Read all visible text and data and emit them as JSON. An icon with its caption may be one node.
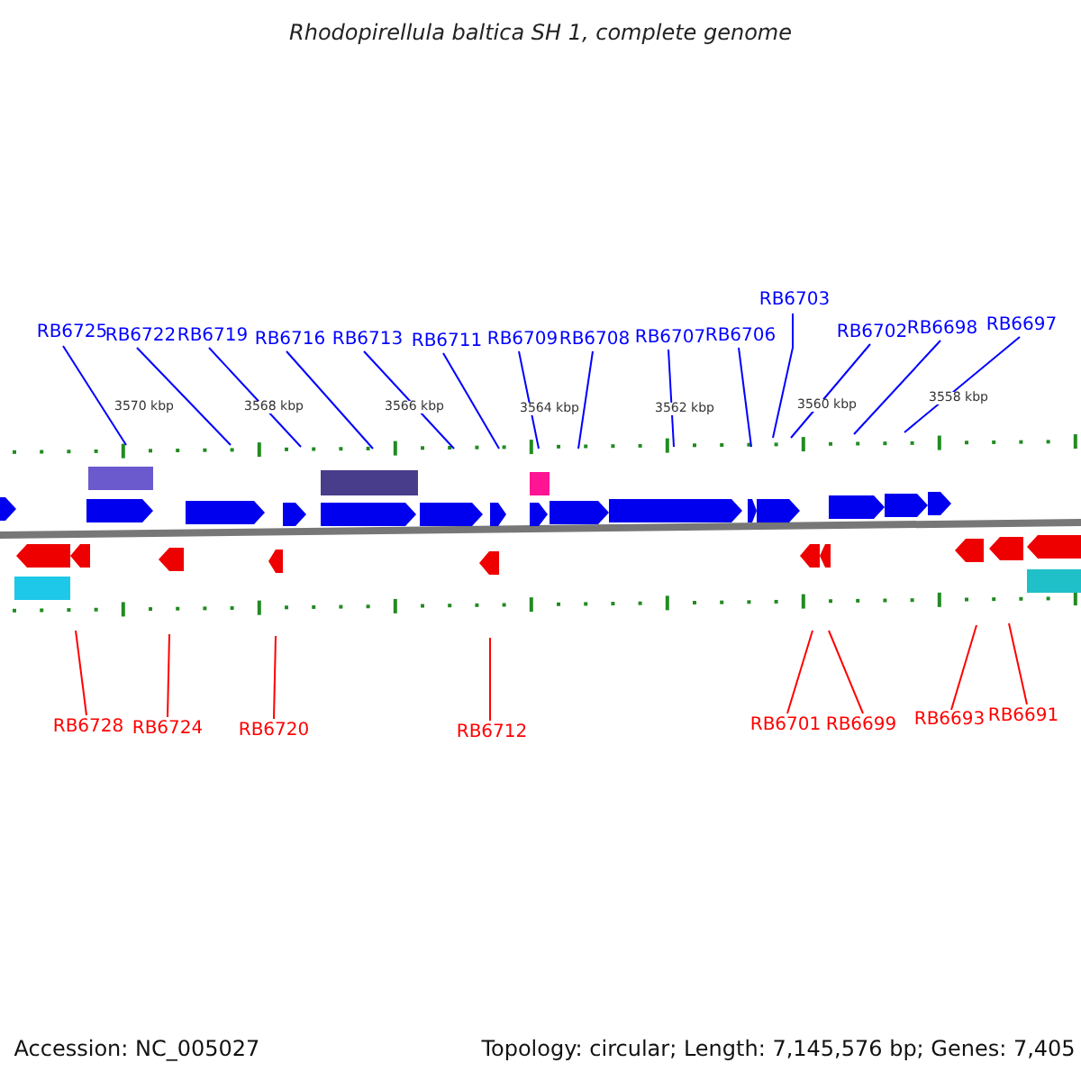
{
  "diagram": {
    "title": "Rhodopirellula baltica SH 1, complete genome",
    "nodes": [
      {
        "text": [
          "RB6725"
        ]
      },
      {
        "text": [
          "RB6722"
        ]
      },
      {
        "text": [
          "RB6719"
        ]
      },
      {
        "text": [
          "RB6716"
        ]
      },
      {
        "text": [
          "RB6713"
        ]
      },
      {
        "text": [
          "RB6711"
        ]
      },
      {
        "text": [
          "RB6709"
        ]
      },
      {
        "text": [
          "RB6708"
        ]
      },
      {
        "text": [
          "RB6707"
        ]
      },
      {
        "text": [
          "RB6706"
        ]
      },
      {
        "text": [
          "RB6703"
        ]
      },
      {
        "text": [
          "RB6702"
        ]
      },
      {
        "text": [
          "RB6698"
        ]
      },
      {
        "text": [
          "RB6697"
        ]
      },
      {
        "text": [
          "RB6728"
        ]
      },
      {
        "text": [
          "RB6724"
        ]
      },
      {
        "text": [
          "RB6720"
        ]
      },
      {
        "text": [
          "RB6712"
        ]
      },
      {
        "text": [
          "RB6701"
        ]
      },
      {
        "text": [
          "RB6699"
        ]
      },
      {
        "text": [
          "RB6693"
        ]
      },
      {
        "text": [
          "RB6691"
        ]
      }
    ],
    "edges": [
      {
        "from": 0,
        "to": null,
        "arrow": "none"
      },
      {
        "from": 1,
        "to": null,
        "arrow": "none"
      },
      {
        "from": 2,
        "to": null,
        "arrow": "none"
      },
      {
        "from": 3,
        "to": null,
        "arrow": "none"
      },
      {
        "from": 4,
        "to": null,
        "arrow": "none"
      },
      {
        "from": 5,
        "to": null,
        "arrow": "none"
      },
      {
        "from": 6,
        "to": null,
        "arrow": "none"
      },
      {
        "from": 7,
        "to": null,
        "arrow": "none"
      },
      {
        "from": 8,
        "to": null,
        "arrow": "none"
      },
      {
        "from": 9,
        "to": null,
        "arrow": "none"
      },
      {
        "from": 10,
        "to": null,
        "arrow": "none"
      },
      {
        "from": 11,
        "to": null,
        "arrow": "none"
      },
      {
        "from": 12,
        "to": null,
        "arrow": "none"
      },
      {
        "from": 13,
        "to": null,
        "arrow": "none"
      },
      {
        "from": 14,
        "to": null,
        "arrow": "none",
        "color": "#ff0000"
      },
      {
        "from": 15,
        "to": null,
        "arrow": "none",
        "color": "#ff0000"
      },
      {
        "from": 16,
        "to": null,
        "arrow": "none",
        "color": "#ff0000"
      },
      {
        "from": 17,
        "to": null,
        "arrow": "none",
        "color": "#ff0000"
      },
      {
        "from": 18,
        "to": null,
        "arrow": "none",
        "color": "#ff0000"
      },
      {
        "from": 19,
        "to": null,
        "arrow": "none",
        "color": "#ff0000"
      },
      {
        "from": 20,
        "to": null,
        "arrow": "none",
        "color": "#ff0000"
      },
      {
        "from": 21,
        "to": null,
        "arrow": "none",
        "color": "#ff0000"
      }
    ],
    "labels": [
      "3570 kbp",
      "3568 kbp",
      "3566 kbp",
      "3564 kbp",
      "3562 kbp",
      "3560 kbp",
      "3558 kbp",
      "Accession: NC_005027",
      "Topology: circular; Length: 7,145,576 bp; Genes: 7,405"
    ]
  }
}
